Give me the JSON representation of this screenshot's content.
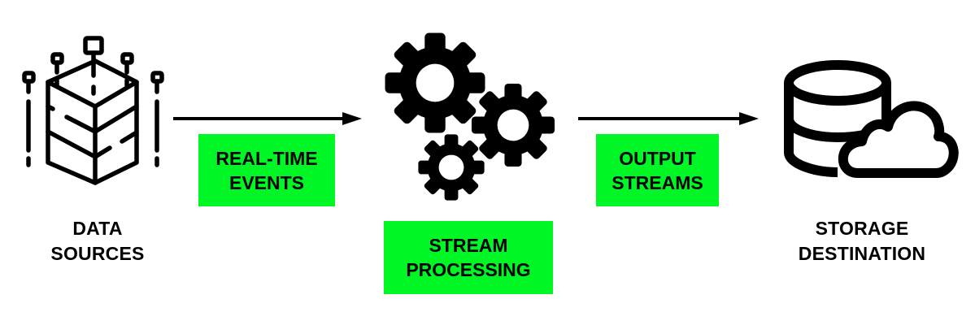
{
  "diagram": {
    "title": "Streaming data pipeline",
    "nodes": [
      {
        "id": "sources",
        "icon": "data-cube-icon",
        "label_lines": [
          "DATA",
          "SOURCES"
        ]
      },
      {
        "id": "processing",
        "icon": "gears-icon",
        "label_lines": [
          "STREAM",
          "PROCESSING"
        ]
      },
      {
        "id": "storage",
        "icon": "database-cloud-icon",
        "label_lines": [
          "STORAGE",
          "DESTINATION"
        ]
      }
    ],
    "edges": [
      {
        "from": "sources",
        "to": "processing",
        "label_lines": [
          "REAL-TIME",
          "EVENTS"
        ]
      },
      {
        "from": "processing",
        "to": "storage",
        "label_lines": [
          "OUTPUT",
          "STREAMS"
        ]
      }
    ],
    "colors": {
      "highlight": "#00f624",
      "ink": "#000000",
      "background": "#ffffff"
    }
  }
}
